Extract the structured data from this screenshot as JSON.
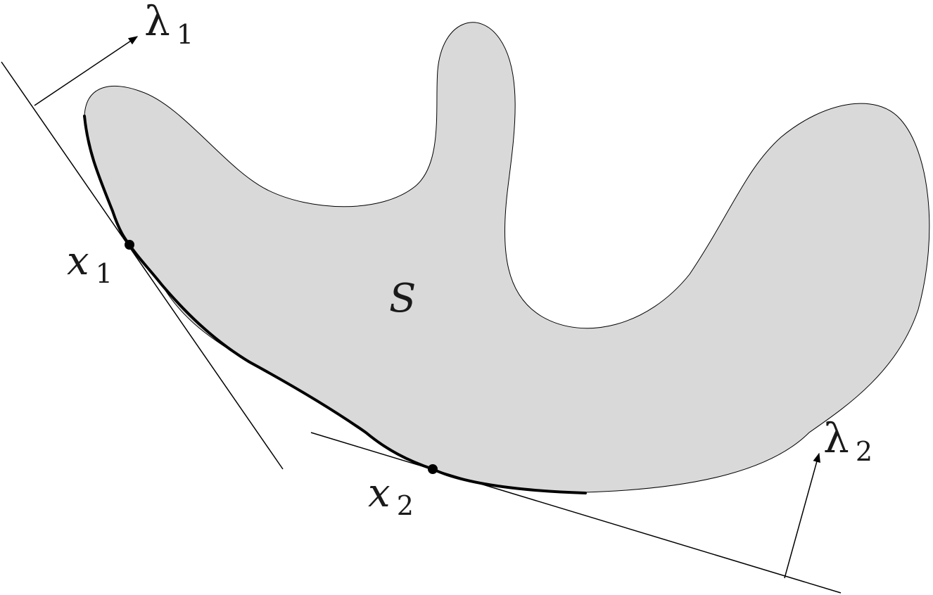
{
  "labels": {
    "region": "S",
    "point1": {
      "var": "x",
      "sub": "1"
    },
    "point2": {
      "var": "x",
      "sub": "2"
    },
    "normal1": {
      "var": "λ",
      "sub": "1"
    },
    "normal2": {
      "var": "λ",
      "sub": "2"
    }
  },
  "colors": {
    "region_fill": "#d9d9d9",
    "stroke": "#000000"
  }
}
